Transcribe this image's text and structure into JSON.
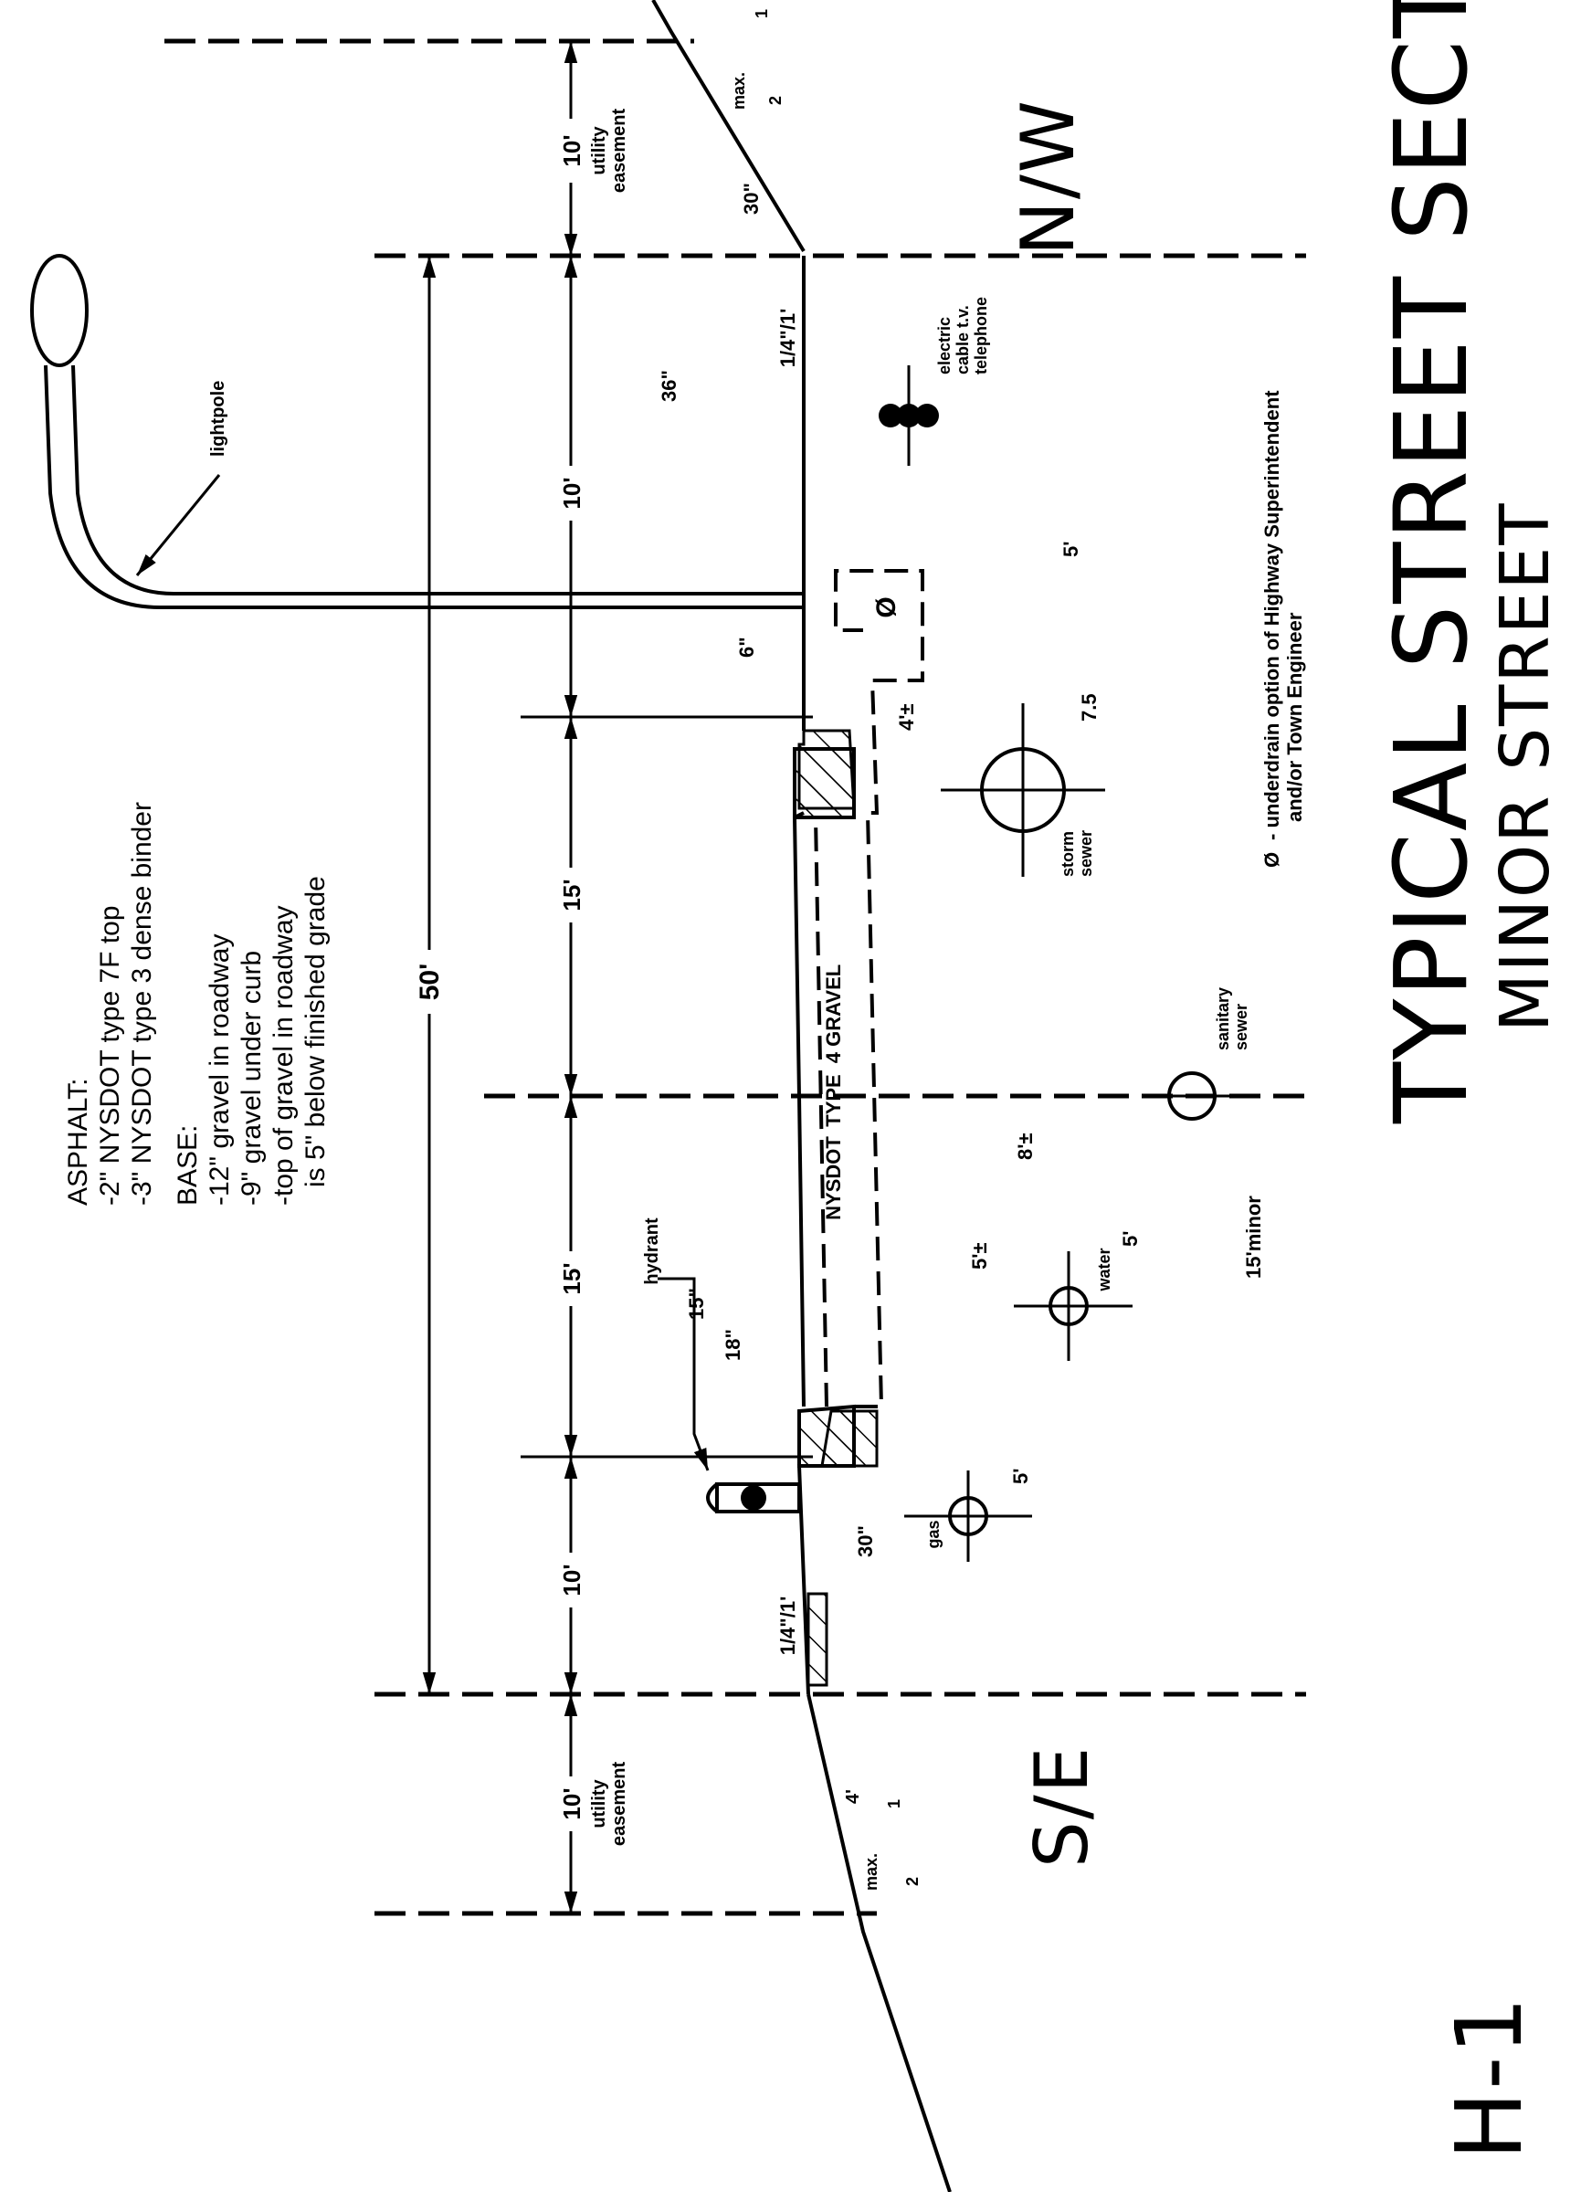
{
  "title": "TYPICAL STREET SECTION",
  "subtitle": "MINOR STREET",
  "sheet_id": "H-1",
  "sides": {
    "left": "S/E",
    "right": "N/W"
  },
  "notes": {
    "asphalt_heading": "ASPHALT:",
    "asphalt_lines": [
      "-2\" NYSDOT type 7F top",
      "-3\" NYSDOT type 3 dense binder"
    ],
    "base_heading": "BASE:",
    "base_lines": [
      "-12\" gravel in roadway",
      "-9\" gravel under curb",
      "-top of gravel in roadway",
      "is 5\" below finished grade"
    ],
    "underdrain_symbol": "Ø",
    "underdrain_line1": "- underdrain option of Highway Superintendent",
    "underdrain_line2": "and/or Town Engineer"
  },
  "dimensions": {
    "row_width": "50'",
    "seg_easement_left": "10'",
    "seg_easement_left_label1": "utility",
    "seg_easement_left_label2": "easement",
    "seg_shoulder_left": "10'",
    "seg_lane_left": "15'",
    "seg_lane_right": "15'",
    "seg_shoulder_right": "10'",
    "seg_easement_right": "10'",
    "seg_easement_right_label1": "utility",
    "seg_easement_right_label2": "easement",
    "slope_rate_left": "1/4\"/1'",
    "slope_rate_right": "1/4\"/1'",
    "slope_max": "max.",
    "slope_rise": "1",
    "slope_run": "2",
    "dim_4ft": "4'",
    "dim_30_left": "30\"",
    "dim_30_right": "30\"",
    "dim_36": "36\"",
    "dim_6": "6\"",
    "dim_18": "18\"",
    "dim_15in": "15\"",
    "dim_4pm": "4'±",
    "dim_5pm": "5'±",
    "dim_8pm": "8'±",
    "dim_5_gas": "5'",
    "dim_5_water": "5'",
    "dim_5_electric": "5'",
    "dim_7_5": "7.5",
    "dim_15_minor": "15'minor"
  },
  "gravel_label": {
    "a": "NYSDOT",
    "b": "TYPE",
    "c": "4 GRAVEL"
  },
  "utilities": {
    "lightpole": "lightpole",
    "hydrant": "hydrant",
    "gas": "gas",
    "water": "water",
    "sanitary1": "sanitary",
    "sanitary2": "sewer",
    "storm1": "storm",
    "storm2": "sewer",
    "electric": "electric",
    "cable": "cable t.v.",
    "telephone": "telephone"
  }
}
